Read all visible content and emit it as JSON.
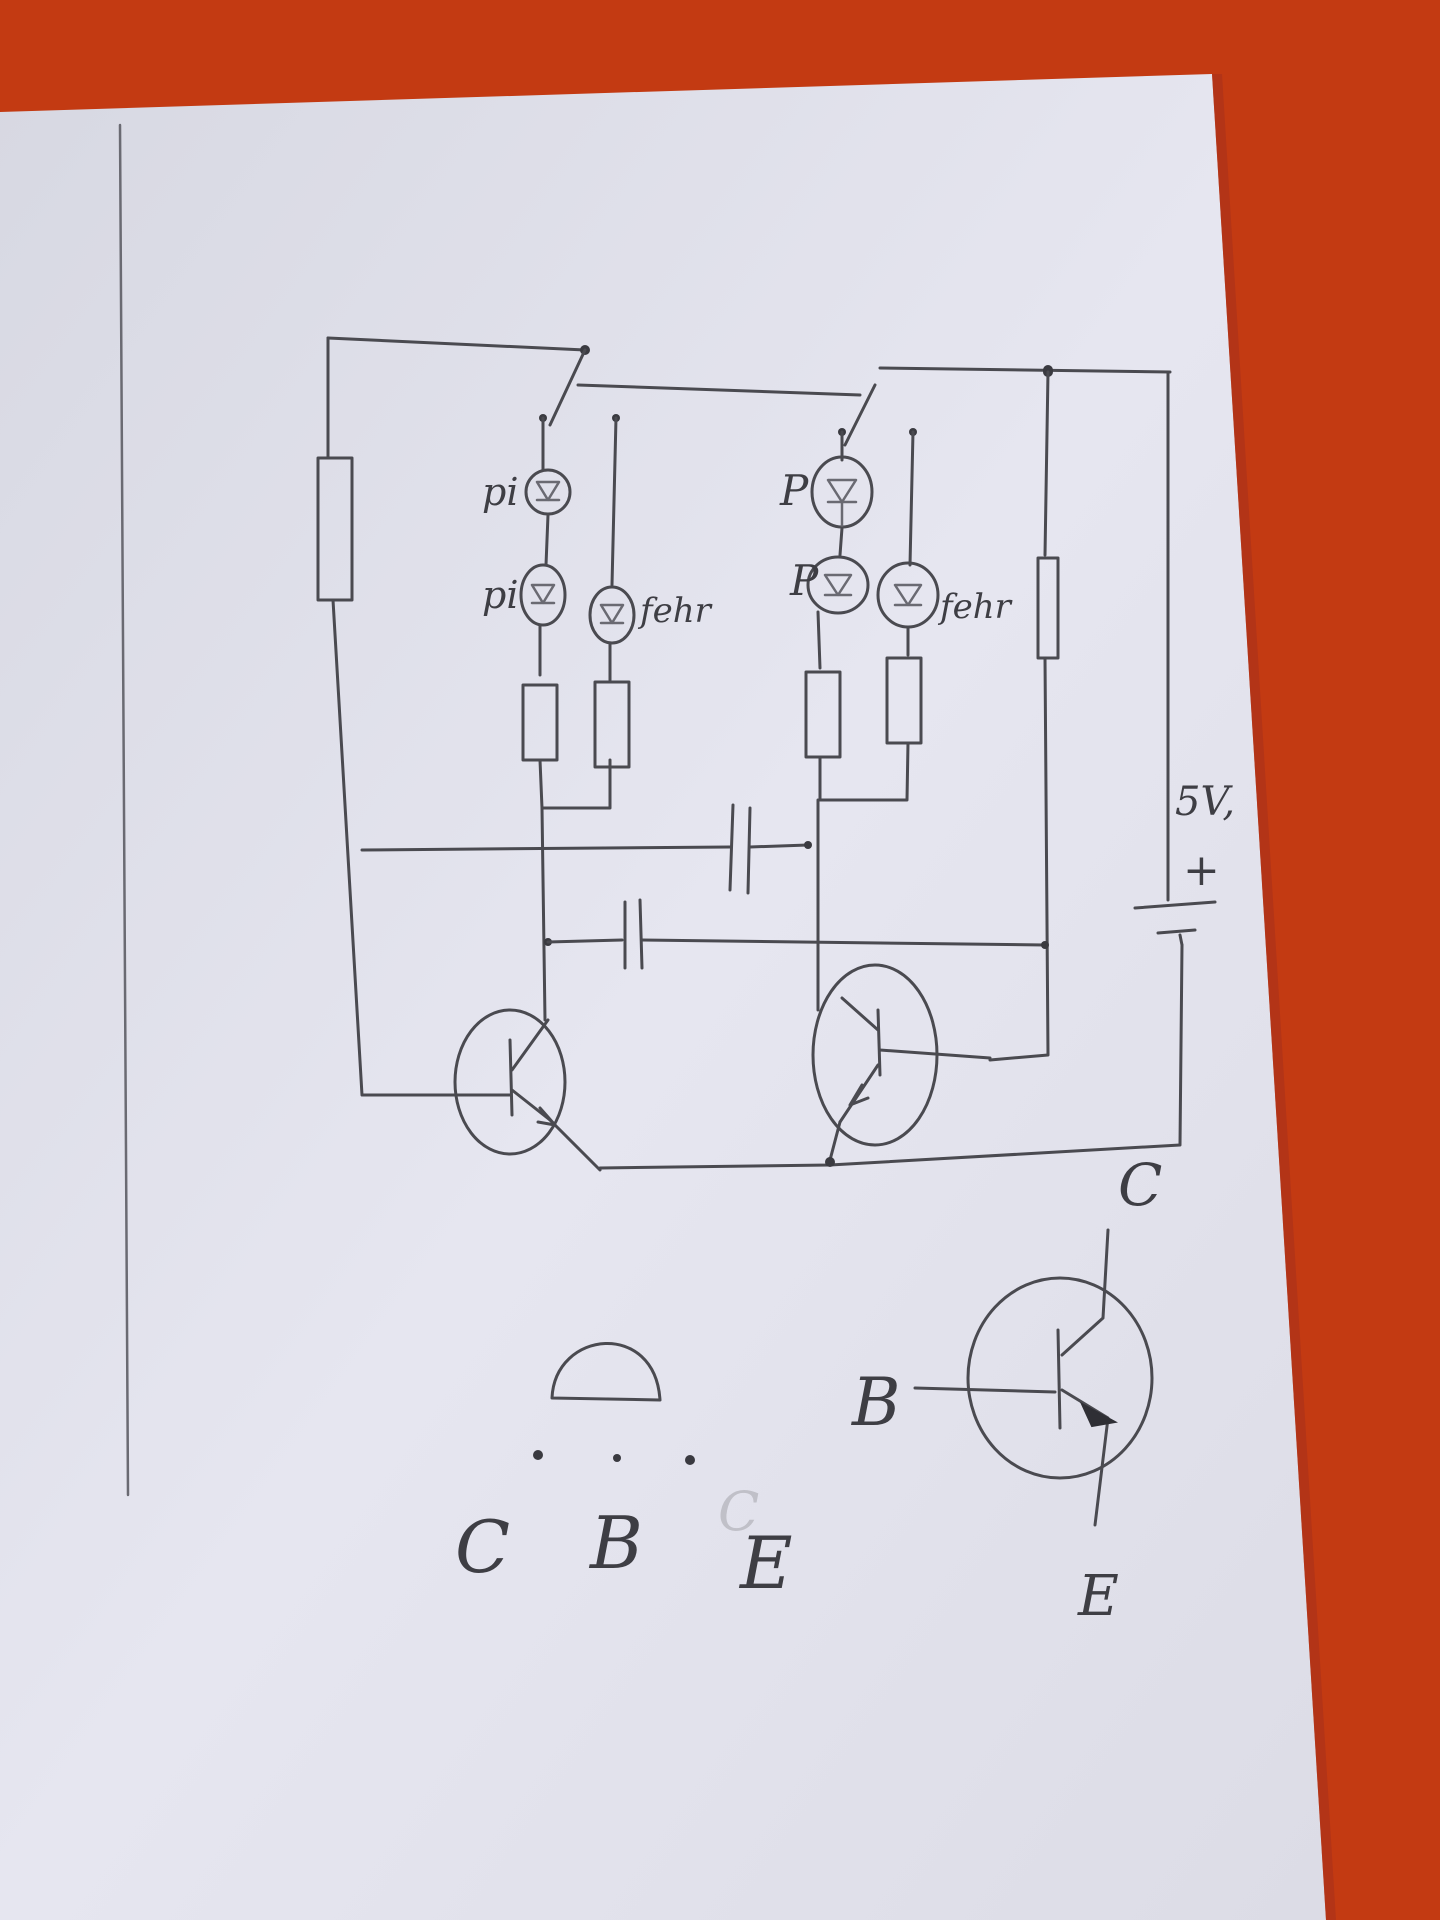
{
  "diagram": {
    "led_labels": {
      "left_top": "pi",
      "left_bottom": "pi",
      "left_right": "fehr",
      "right_top": "P",
      "right_bottom": "P",
      "right_right": "fehr"
    },
    "supply_voltage": "5V,",
    "plus_sign": "+",
    "pinout_labels": [
      "C",
      "B",
      "E"
    ],
    "pinout_faint": "C",
    "symbol_labels": {
      "collector": "C",
      "base": "B",
      "emitter": "E"
    }
  },
  "colors": {
    "background": "#c33a12",
    "paper": "#e4e4ee",
    "pencil": "#4a4a50"
  }
}
